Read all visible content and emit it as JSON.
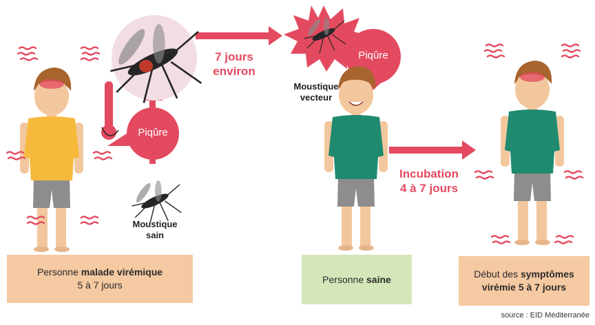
{
  "boxes": {
    "sick_pre": "Personne ",
    "sick_bold": "malade virémique",
    "sick_line2": "5 à 7 jours",
    "healthy_pre": "Personne ",
    "healthy_bold": "saine",
    "symptoms_pre": "Début des ",
    "symptoms_bold": "symptômes",
    "symptoms_line2": "virémie 5 à 7 jours"
  },
  "bubbles": {
    "bite_left": "Piqûre",
    "bite_right": "Piqûre"
  },
  "labels": {
    "days_line1": "7 jours",
    "days_line2": "environ",
    "incubation_line1": "Incubation",
    "incubation_line2": "4 à 7 jours",
    "healthy_mosquito_line1": "Moustique",
    "healthy_mosquito_line2": "sain",
    "vector_mosquito_line1": "Moustique",
    "vector_mosquito_line2": "vecteur"
  },
  "source": "source : EID Méditerranée",
  "colors": {
    "accent_red": "#e34a60",
    "box_peach": "#f5c9a2",
    "box_green": "#d5e6b9",
    "shirt_yellow": "#f6b93b",
    "shirt_teal": "#1f8a70"
  }
}
